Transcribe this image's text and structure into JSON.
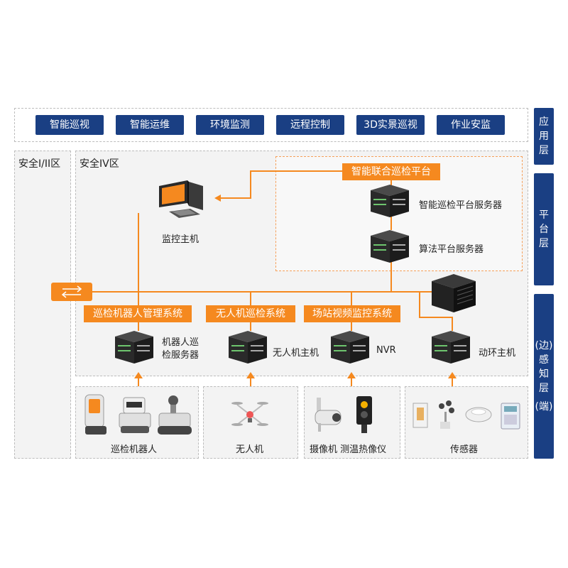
{
  "application_layer": {
    "buttons": [
      "智能巡视",
      "智能运维",
      "环境监测",
      "远程控制",
      "3D实景巡视",
      "作业安监"
    ]
  },
  "layers": {
    "application": [
      "应",
      "用",
      "层"
    ],
    "platform": [
      "平",
      "台",
      "层"
    ],
    "perception": [
      "(边)",
      "感",
      "知",
      "层",
      "(端)"
    ]
  },
  "zones": {
    "security_1_2": "安全I/II区",
    "security_4": "安全IV区"
  },
  "platform": {
    "title": "智能联合巡检平台",
    "server_label": "智能巡检平台服务器",
    "algo_label": "算法平台服务器"
  },
  "monitor": {
    "label": "监控主机"
  },
  "systems": [
    {
      "label": "巡检机器人管理系统",
      "server": [
        "机器人巡",
        "检服务器"
      ]
    },
    {
      "label": "无人机巡检系统",
      "server": [
        "无人机主机"
      ]
    },
    {
      "label": "场站视频监控系统",
      "server": [
        "NVR"
      ]
    },
    {
      "label": "",
      "server": [
        "动环主机"
      ]
    }
  ],
  "devices": {
    "robots": "巡检机器人",
    "drone": "无人机",
    "cameras": "摄像机 测温热像仪",
    "sensors": "传感器"
  },
  "colors": {
    "navy": "#1a3f83",
    "orange": "#f5891f"
  }
}
